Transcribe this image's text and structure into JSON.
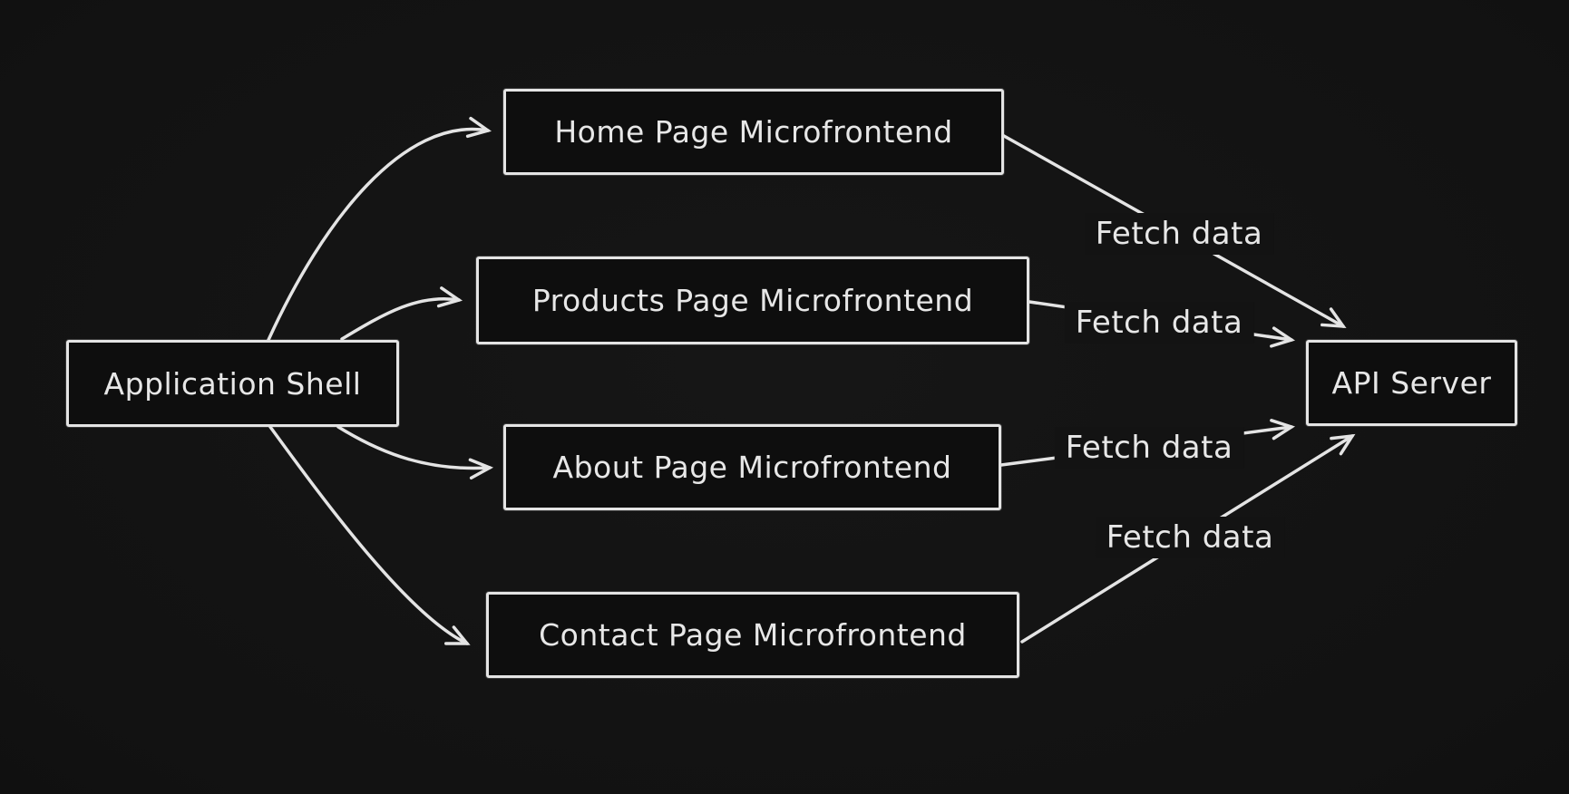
{
  "canvas": {
    "background_color": "#121212",
    "stroke_color": "#e4e4e4",
    "style": "hand-drawn whiteboard diagram"
  },
  "diagram": {
    "nodes": [
      {
        "id": "application-shell",
        "label": "Application Shell"
      },
      {
        "id": "home-page-microfrontend",
        "label": "Home Page Microfrontend"
      },
      {
        "id": "products-page-microfrontend",
        "label": "Products Page Microfrontend"
      },
      {
        "id": "about-page-microfrontend",
        "label": "About Page Microfrontend"
      },
      {
        "id": "contact-page-microfrontend",
        "label": "Contact Page Microfrontend"
      },
      {
        "id": "api-server",
        "label": "API Server"
      }
    ],
    "edges": [
      {
        "from": "application-shell",
        "to": "home-page-microfrontend",
        "label": ""
      },
      {
        "from": "application-shell",
        "to": "products-page-microfrontend",
        "label": ""
      },
      {
        "from": "application-shell",
        "to": "about-page-microfrontend",
        "label": ""
      },
      {
        "from": "application-shell",
        "to": "contact-page-microfrontend",
        "label": ""
      },
      {
        "from": "home-page-microfrontend",
        "to": "api-server",
        "label": "Fetch data"
      },
      {
        "from": "products-page-microfrontend",
        "to": "api-server",
        "label": "Fetch data"
      },
      {
        "from": "about-page-microfrontend",
        "to": "api-server",
        "label": "Fetch data"
      },
      {
        "from": "contact-page-microfrontend",
        "to": "api-server",
        "label": "Fetch data"
      }
    ]
  }
}
